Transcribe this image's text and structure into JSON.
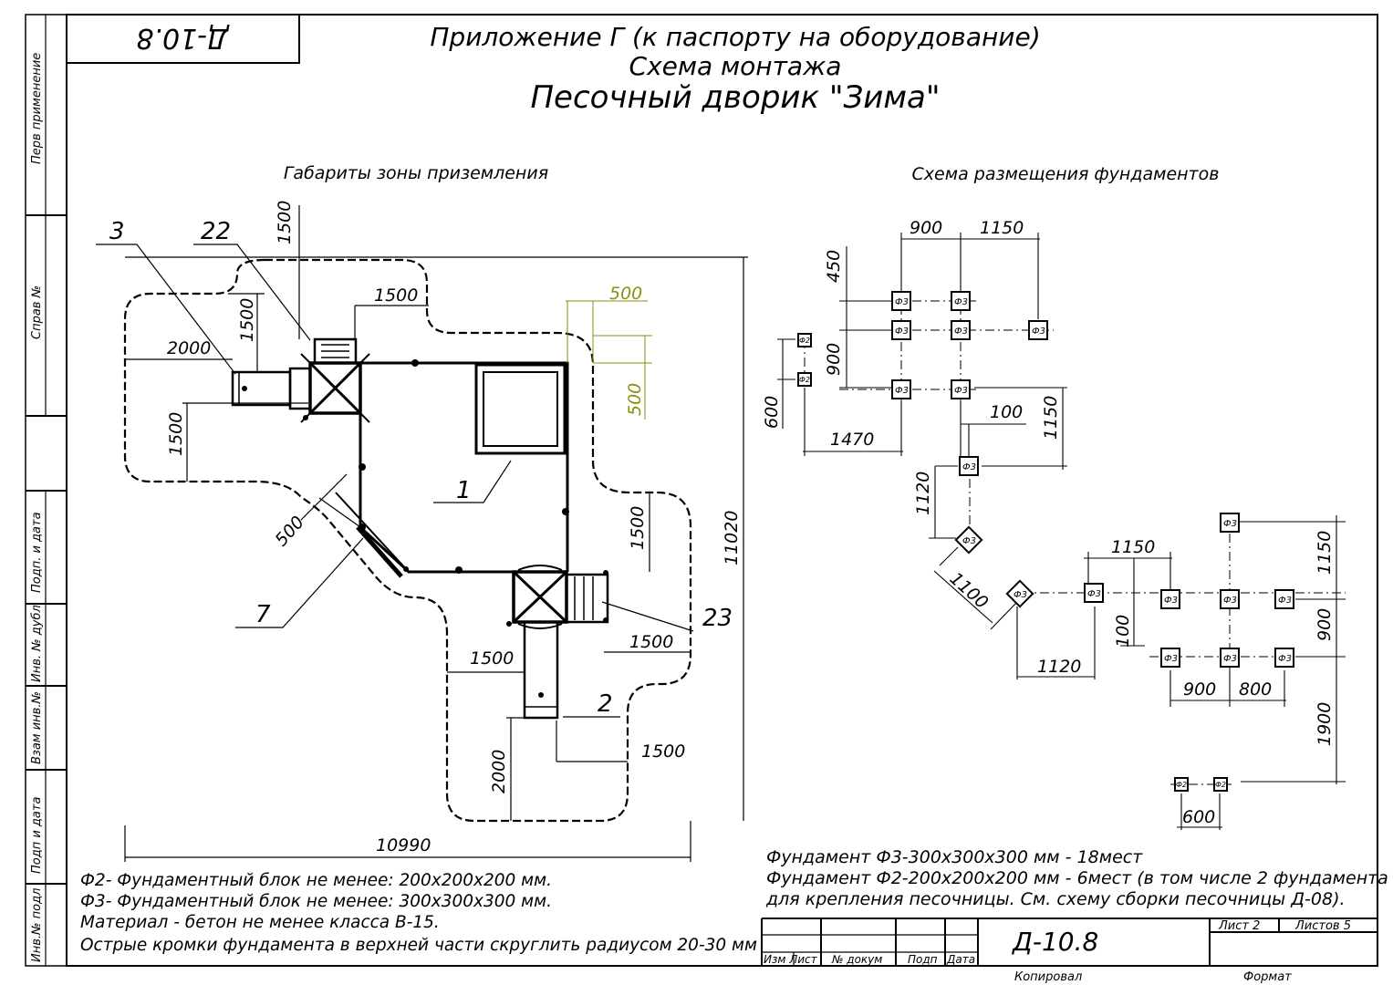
{
  "stamp_top": "Д-10.8",
  "titles": {
    "line1": "Приложение Г (к паспорту на оборудование)",
    "line2": "Схема монтажа",
    "line3": "Песочный дворик \"Зима\""
  },
  "sections": {
    "left": "Габариты зоны приземления",
    "right": "Схема размещения фундаментов"
  },
  "left_dims": {
    "d1500_top": "1500",
    "d1500_a": "1500",
    "d1500_b": "1500",
    "d2000_a": "2000",
    "d1500_c": "1500",
    "d500_diag": "500",
    "d500_top": "500",
    "d500_side": "500",
    "d1500_r": "1500",
    "d11020": "11020",
    "d1500_slide": "1500",
    "d1500_e": "1500",
    "d1500_f": "1500",
    "d2000_b": "2000",
    "d10990": "10990"
  },
  "callouts": {
    "c3": "3",
    "c22": "22",
    "c1": "1",
    "c7": "7",
    "c23": "23",
    "c2": "2"
  },
  "right_dims": {
    "r900a": "900",
    "r1150a": "1150",
    "r450": "450",
    "r900b": "900",
    "r600a": "600",
    "r1470": "1470",
    "r100a": "100",
    "r1150b": "1150",
    "r1120a": "1120",
    "r1100": "1100",
    "r1150c": "1150",
    "r100b": "100",
    "r1120b": "1120",
    "r1150d": "1150",
    "r900c": "900",
    "r900d": "900",
    "r800": "800",
    "r1900": "1900",
    "r600b": "600"
  },
  "foundation_labels": {
    "f3": "Ф3",
    "f2": "Ф2"
  },
  "notes_left": [
    "Ф2- Фундаментный блок не менее: 200x200x200 мм.",
    "Ф3- Фундаментный блок не менее: 300x300x300 мм.",
    "Материал - бетон не менее класса В-15.",
    "Острые кромки фундамента в верхней части скруглить радиусом 20-30 мм"
  ],
  "notes_right": [
    "Фундамент Ф3-300x300x300 мм - 18мест",
    "Фундамент Ф2-200x200x200 мм - 6мест (в том числе 2 фундамента",
    "для крепления песочницы. См. схему сборки песочницы Д-08)."
  ],
  "side_stamps": [
    "Перв применение",
    "Справ №",
    "Подп. и дата",
    "Инв. № дубл",
    "Взам инв.№",
    "Подп и дата",
    "Инв.№ подл"
  ],
  "title_block": {
    "code": "Д-10.8",
    "sheet": "Лист 2",
    "sheets": "Листов 5",
    "col_izm": "Изм Лист",
    "col_doc": "№ докум",
    "col_podp": "Подп",
    "col_data": "Дата",
    "copied": "Копировал",
    "format": "Формат"
  },
  "colors": {
    "line": "#000000",
    "dim_accent": "#8a8f10",
    "background": "#ffffff"
  }
}
